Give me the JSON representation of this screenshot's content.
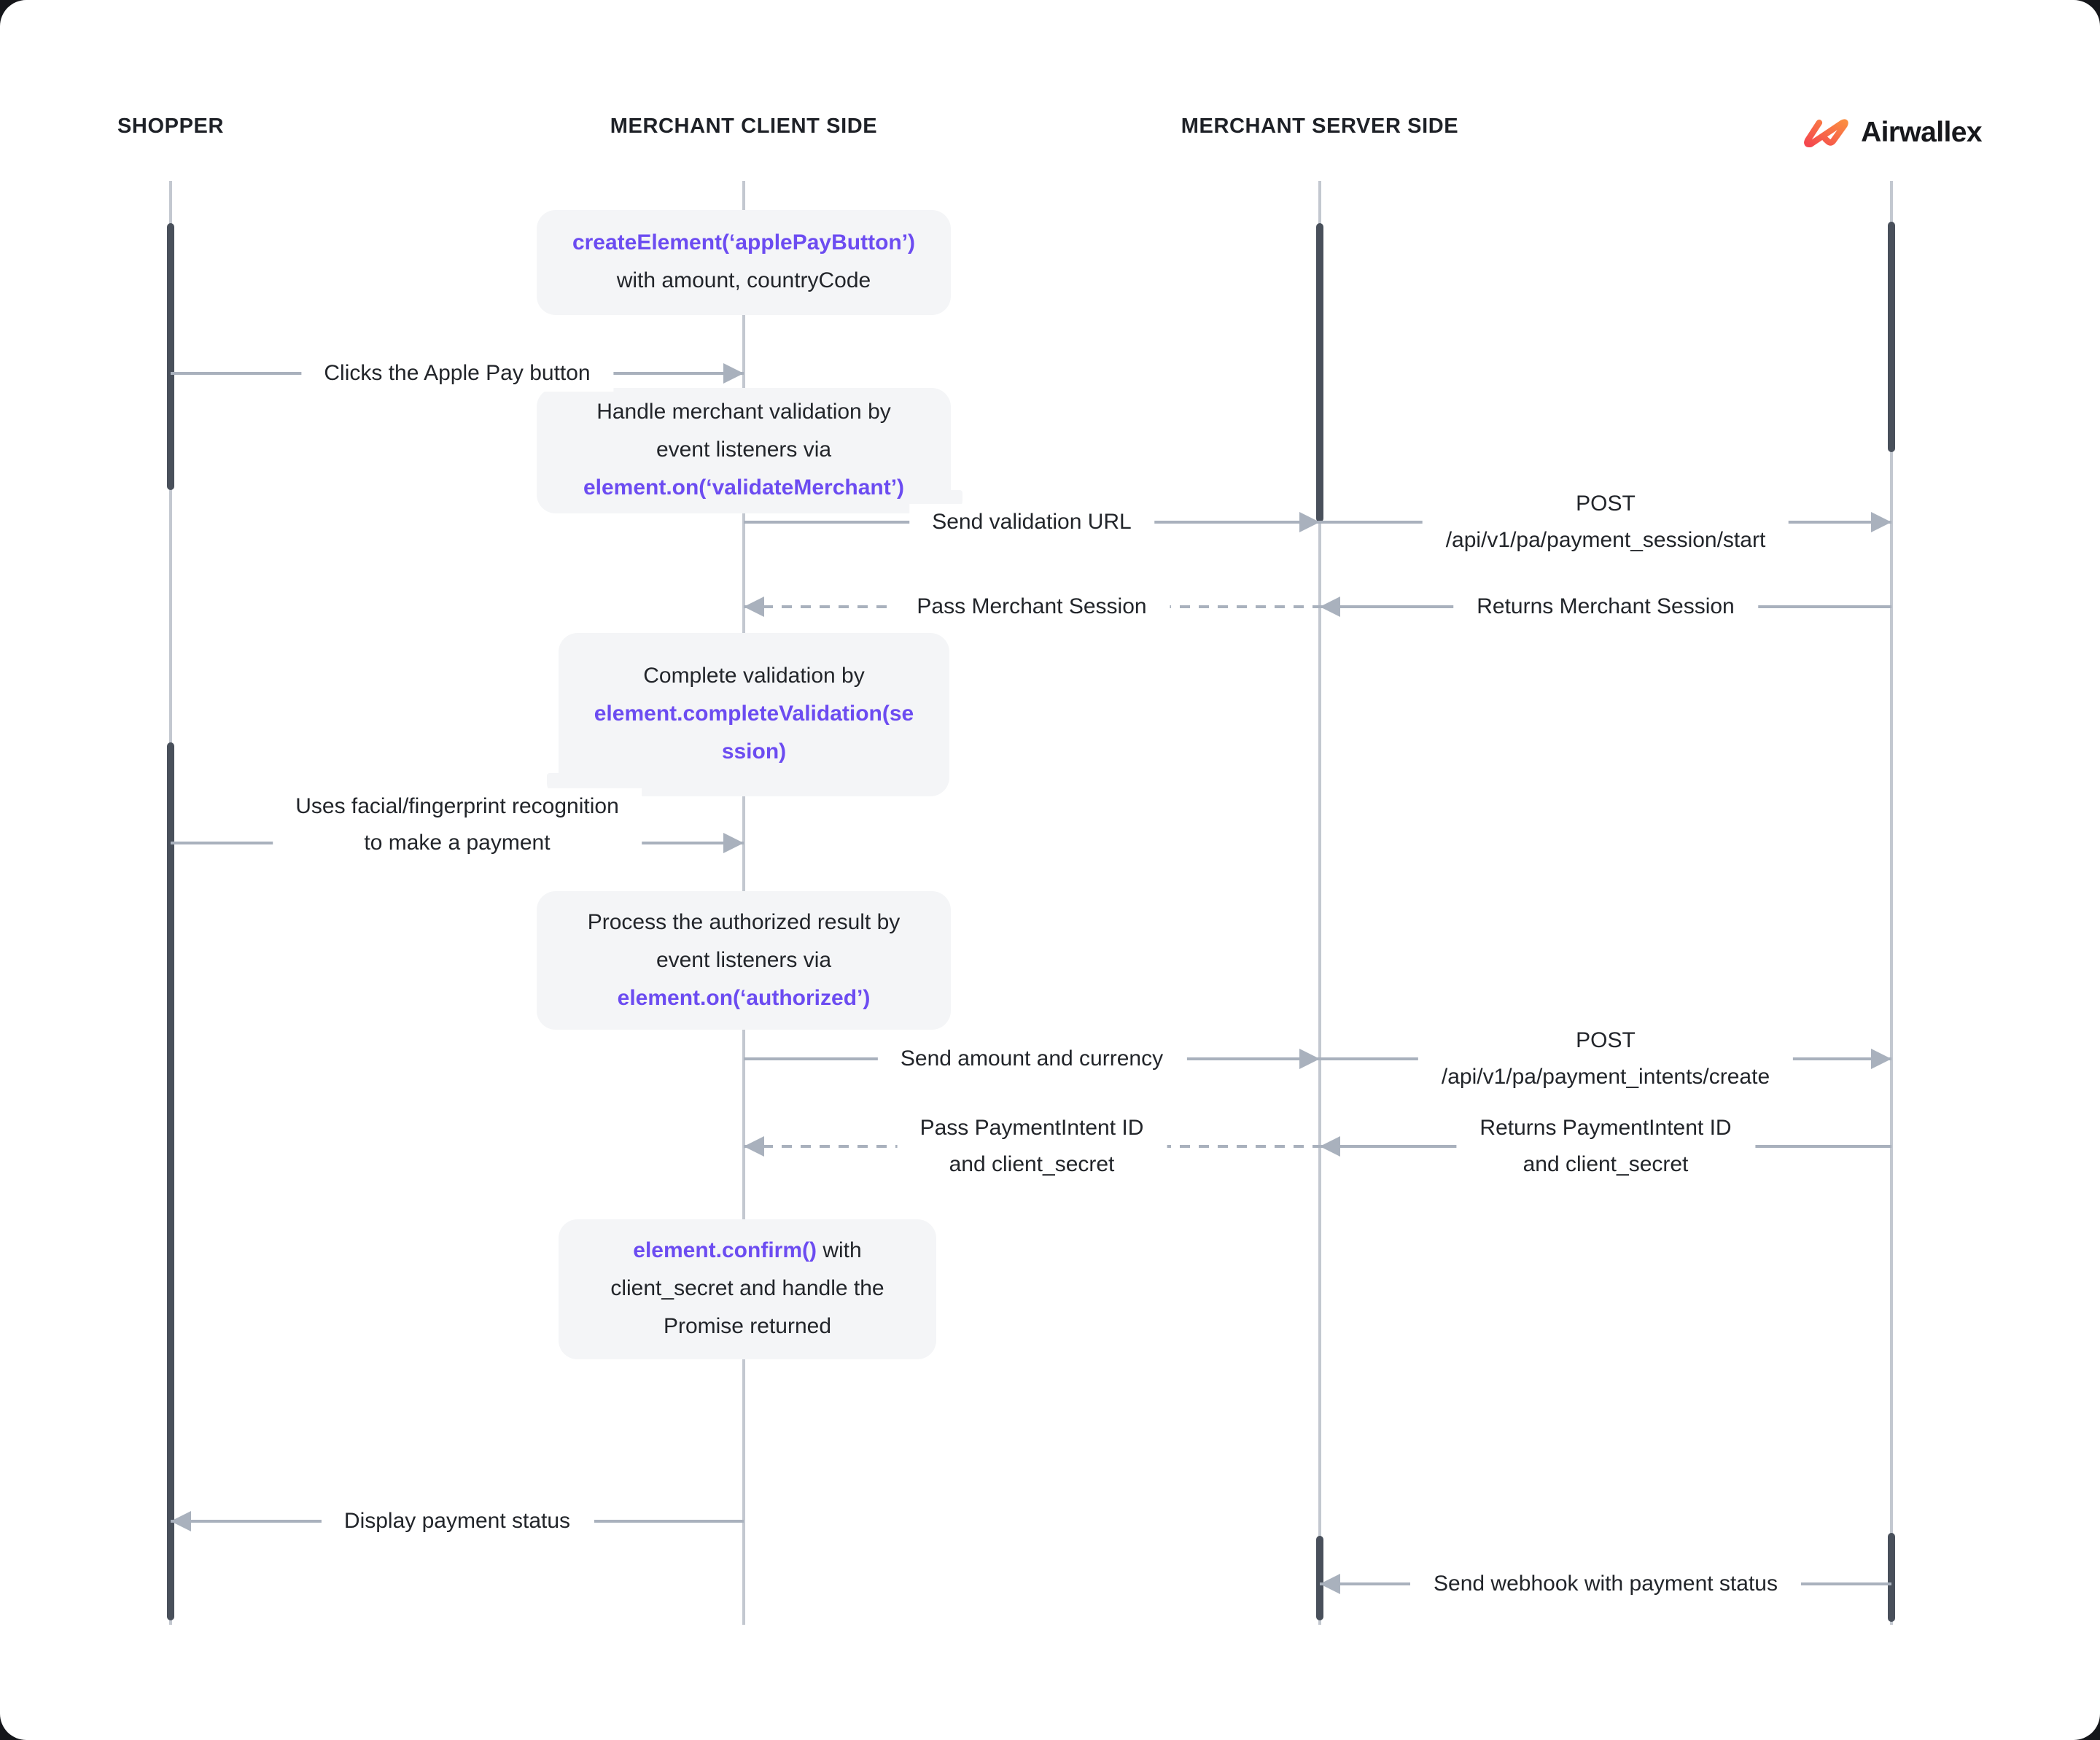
{
  "actors": {
    "shopper": {
      "label": "SHOPPER"
    },
    "client": {
      "label": "MERCHANT CLIENT SIDE"
    },
    "server": {
      "label": "MERCHANT SERVER SIDE"
    },
    "airwallex": {
      "brand": "Airwallex"
    }
  },
  "bubbles": {
    "b1": {
      "code": "createElement(‘applePayButton’)",
      "line2": "with amount, countryCode"
    },
    "b2": {
      "line1": "Handle merchant validation by",
      "line2": "event listeners via",
      "code": "element.on(‘validateMerchant’)"
    },
    "b3": {
      "line1": "Complete validation by",
      "code_line1": "element.completeValidation(se",
      "code_line2": "ssion)"
    },
    "b4": {
      "line1": "Process the authorized result by",
      "line2": "event listeners via",
      "code": "element.on(‘authorized’)"
    },
    "b5": {
      "code": "element.confirm()",
      "line1_rest": " with",
      "line2": "client_secret and handle the",
      "line3": "Promise returned"
    }
  },
  "messages": {
    "m1": {
      "label": "Clicks the Apple Pay button"
    },
    "m2": {
      "label": "Send validation URL"
    },
    "m3": {
      "line1": "POST",
      "line2": "/api/v1/pa/payment_session/start"
    },
    "m4": {
      "label": "Pass Merchant Session"
    },
    "m5": {
      "label": "Returns Merchant Session"
    },
    "m6": {
      "line1": "Uses facial/fingerprint recognition",
      "line2": "to make a payment"
    },
    "m7": {
      "label": "Send amount and currency"
    },
    "m8": {
      "line1": "POST",
      "line2": "/api/v1/pa/payment_intents/create"
    },
    "m9": {
      "line1": "Pass PaymentIntent ID",
      "line2": "and client_secret"
    },
    "m10": {
      "line1": "Returns PaymentIntent ID",
      "line2": "and client_secret"
    },
    "m11": {
      "label": "Display payment status"
    },
    "m12": {
      "label": "Send webhook with payment status"
    }
  },
  "colors": {
    "accent": "#6C4CF1",
    "text": "#22252A",
    "line": "#A9B1BD",
    "lifeline": "#C3C8D0",
    "bar": "#49505B",
    "bubble": "#F4F5F7",
    "canvas": "#FFFFFF",
    "backdrop": "#15161A",
    "logo_gradient_start": "#F4474E",
    "logo_gradient_end": "#FB8C41"
  }
}
